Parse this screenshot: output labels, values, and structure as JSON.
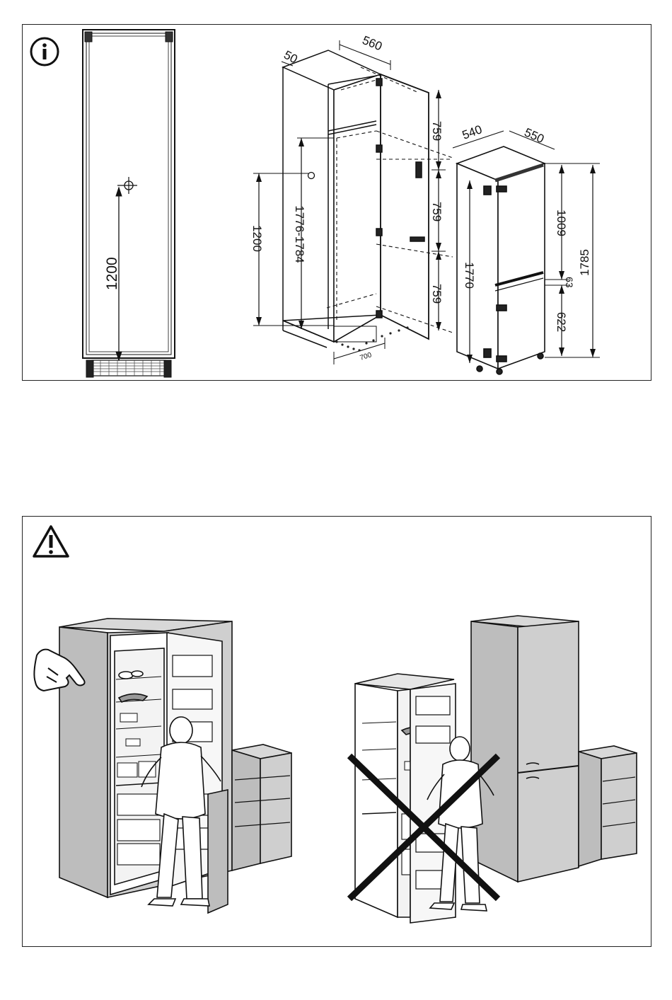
{
  "top_panel": {
    "icon": "info-icon",
    "front_view": {
      "height_label": "1200"
    },
    "niche": {
      "depth_top_label": "50",
      "width_top_label": "560",
      "side_height_label": "1200",
      "niche_height_label": "1776-1784",
      "bottom_depth_label": "700",
      "door_segment_top_label": "759",
      "door_segment_mid_label": "759",
      "door_segment_bottom_label": "759"
    },
    "appliance": {
      "width_label": "540",
      "depth_label": "550",
      "total_height_label": "1785",
      "door_height_label": "1770",
      "upper_door_label": "1009",
      "gap_label": "63",
      "lower_door_label": "622"
    }
  },
  "bottom_panel": {
    "icon": "warning-icon",
    "correct_scene": "fridge-installed-correct",
    "wrong_scene": "fridge-freestanding-wrong",
    "pointing_hand": "pointing-hand-icon",
    "cross_mark": "cross-mark-icon"
  }
}
